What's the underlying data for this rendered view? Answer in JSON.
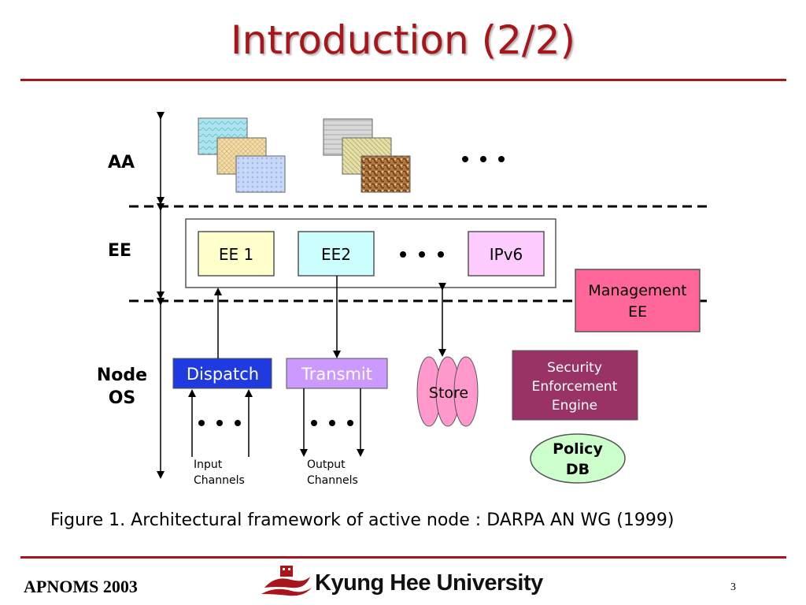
{
  "slide": {
    "title": "Introduction (2/2)",
    "caption": "Figure 1. Architectural framework of active node : DARPA AN WG (1999)",
    "page_number": "3"
  },
  "footer": {
    "conference": "APNOMS 2003",
    "university": "Kyung Hee University"
  },
  "diagram": {
    "layers": [
      "AA",
      "EE",
      "Node",
      "OS"
    ],
    "ee_boxes": [
      "EE 1",
      "EE2",
      "IPv6"
    ],
    "management": [
      "Management",
      "EE"
    ],
    "node_os": {
      "dispatch": "Dispatch",
      "transmit": "Transmit",
      "store": "Store"
    },
    "security": [
      "Security",
      "Enforcement",
      "Engine"
    ],
    "policy": [
      "Policy",
      "DB"
    ],
    "input_channels": [
      "Input",
      "Channels"
    ],
    "output_channels": [
      "Output",
      "Channels"
    ],
    "colors": {
      "title": "#a8161b",
      "ee1": "#ffffcc",
      "ee2": "#ccffff",
      "ipv6": "#ffccff",
      "management": "#ff6699",
      "dispatch": "#1f3adf",
      "transmit": "#cc99ff",
      "store": "#ff99cc",
      "security": "#993366",
      "policy": "#ccffcc"
    }
  }
}
